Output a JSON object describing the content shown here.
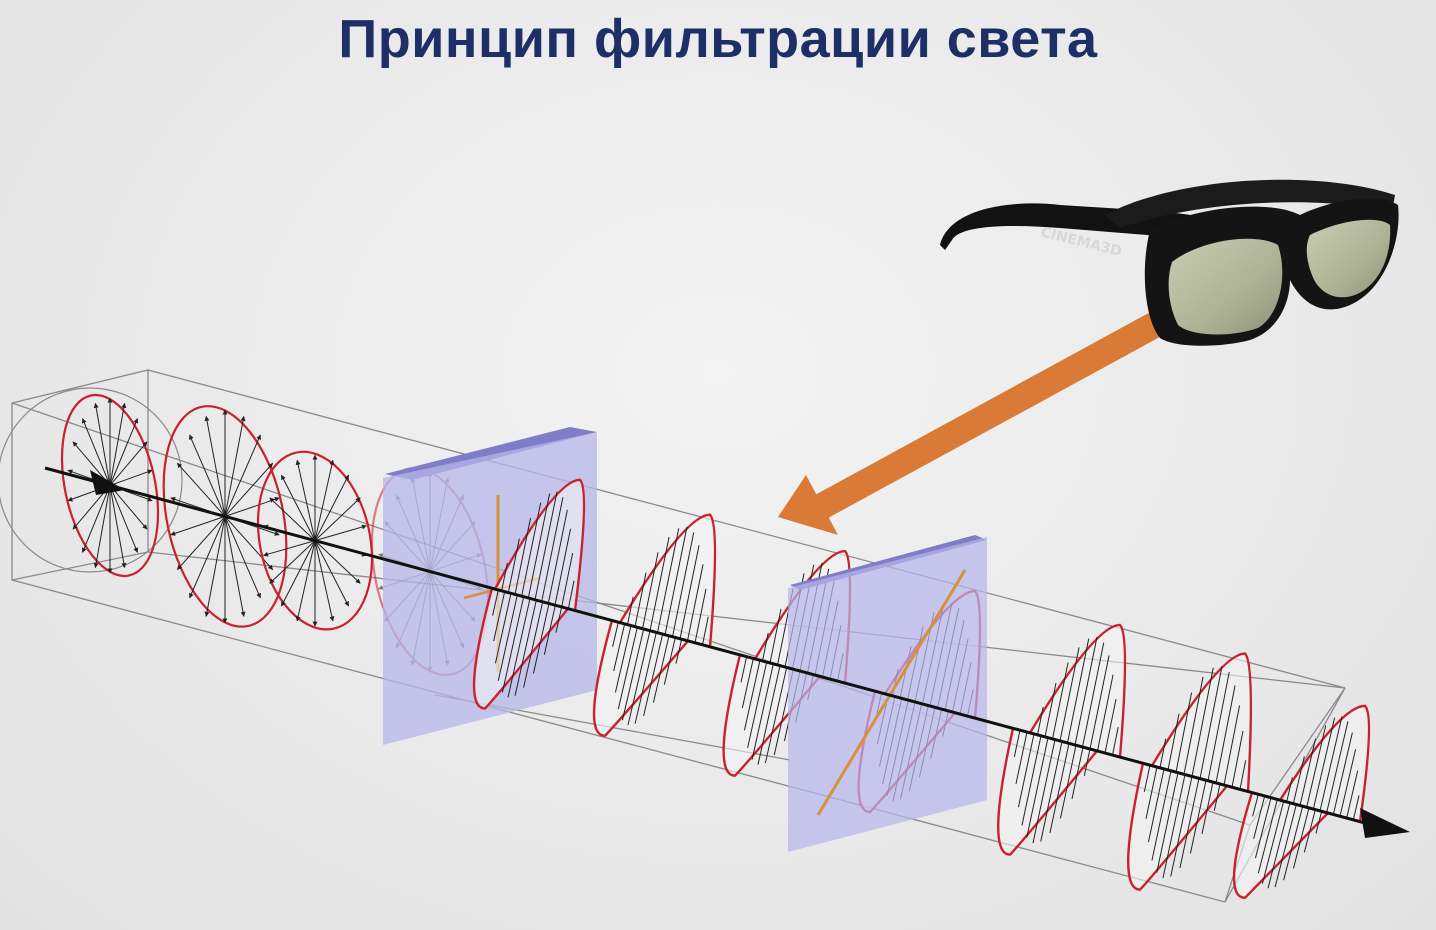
{
  "slide": {
    "title": "Принцип фильтрации света",
    "title_color": "#1d2f66"
  },
  "glasses": {
    "brand_text": "CINEMA3D"
  },
  "colors": {
    "wave": "#c8232c",
    "polarizer_fill": "#b7b5ea",
    "polarizer_edge": "#7f7cc8",
    "pointer_arrow": "#d97a36",
    "axis_line": "#d9903e",
    "frame": "#8a8a8a",
    "vector": "#222222"
  },
  "icons": {
    "pointer": "orange-arrow",
    "light_direction": "black-arrow"
  }
}
